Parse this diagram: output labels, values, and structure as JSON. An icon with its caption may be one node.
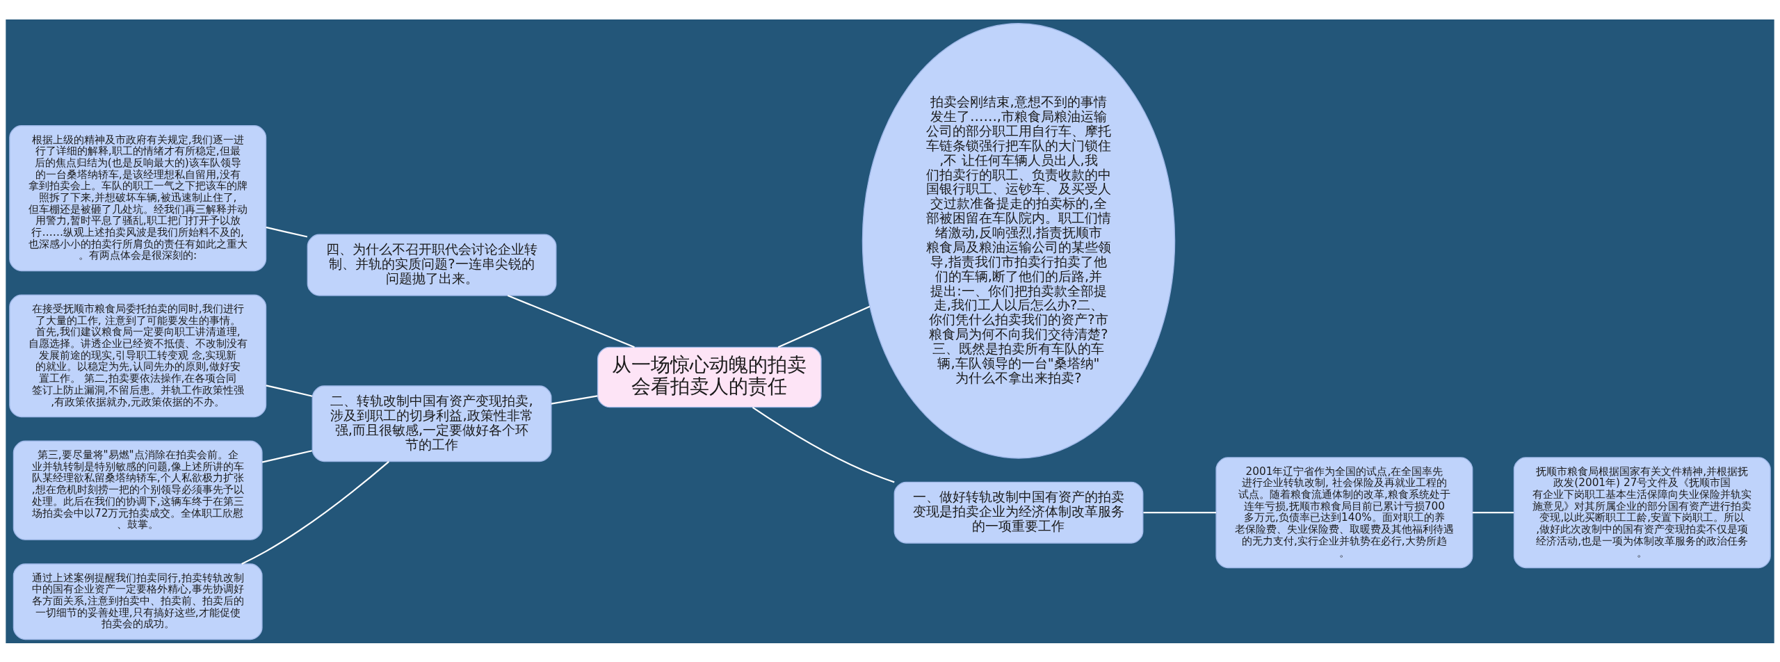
{
  "diagram": {
    "nodes": [
      {
        "text": [
          "从一场惊心动魄的拍卖会看拍卖人的责任"
        ]
      },
      {
        "text": [
          "拍卖会刚结束,意想不到的事情发生了……,市粮食局粮油运输公司的部分职工用自行车、摩托车链条锁强行把车队的大门锁住,不 让任何车辆人员出人,我们拍卖行的职工、负责收款的中国银行职工、运钞车、及买受人交过款准备提走的拍卖标的,全部被困留在车队院内。职工们情绪激动,反响强烈,指责抚顺市粮食局及粮油运输公司的某些领导,指责我们市拍卖行拍卖了他们的车辆,断了他们的后路,并提出:一、你们把拍卖款全部提走,我们工人以后怎么办?二、你们凭什么拍卖我们的资产?市粮食局为何不向我们交待清楚? 三、既然是拍卖所有车队的车辆,车队领导的一台\"桑塔纳\"为什么不拿出来拍卖?"
        ]
      },
      {
        "text": [
          "一、做好转轨改制中国有资产的拍卖变现是拍卖企业为经济体制改革服务的一项重要工作"
        ]
      },
      {
        "text": [
          "2001年辽宁省作为全国的试点,在全国率先进行企业转轨改制, 社会保险及再就业工程的试点。随着粮食流通体制的改革,粮食系统处于连年亏损,抚顺市粮食局目前已累计亏损700多万元,负债率已达到140%。面对职工的养老保险费、失业保险费、取暖费及其他福利待遇的无力支付,实行企业并轨势在必行,大势所趋。"
        ]
      },
      {
        "text": [
          "抚顺市粮食局根据国家有关文件精神,并根据抚政发(2001年) 27号文件及《抚顺市国有企业下岗职工基本生活保障向失业保险并轨实施意见》对其所属企业的部分国有资产进行拍卖变现,以此买断职工工龄,安置下岗职工。所以,做好此次改制中的国有资产变现拍卖不仅是项经济活动,也是一项为体制改革服务的政治任务。"
        ]
      },
      {
        "text": [
          "四、为什么不召开职代会讨论企业转制、并轨的实质问题?一连串尖锐的问题抛了出来。"
        ]
      },
      {
        "text": [
          "根据上级的精神及市政府有关规定,我们逐一进行了详细的解释,职工的情绪才有所稳定,但最后的焦点归结为(也是反响最大的)该车队领导的一台桑塔纳轿车,是该经理想私自留用,没有拿到拍卖会上。车队的职工一气之下把该车的牌照拆了下来,并想破坏车辆,被迅速制止住了,但车棚还是被砸了几处坑。经我们再三解释并动用警力,暂时平息了骚乱,职工把门打开予以放行……纵观上述拍卖风波是我们所始料不及的,也深感小小的拍卖行所肩负的责任有如此之重大。有两点体会是很深刻的:"
        ]
      },
      {
        "text": [
          "二、转轨改制中国有资产变现拍卖,涉及到职工的切身利益,政策性非常强,而且很敏感,一定要做好各个环节的工作"
        ]
      },
      {
        "text": [
          "在接受抚顺市粮食局委托拍卖的同时,我们进行了大量的工作, 注意到了可能要发生的事情。首先,我们建议粮食局一定要向职工讲清道理,自愿选择。讲透企业已经资不抵债、不改制没有发展前途的现实,引导职工转变观 念,实现新的就业。以稳定为先,认同先办的原则,做好安置工作。 第二,拍卖要依法操作,在各项合同签订上防止漏洞,不留后患。并轨工作政策性强,有政策依据就办,元政策依据的不办。"
        ]
      },
      {
        "text": [
          "第三,要尽量将\"易燃\"点消除在拍卖会前。企业并轨转制是特别敏感的问题,像上述所讲的车队某经理欲私留桑塔纳轿车,个人私欲极力扩张,想在危机时刻捞一把的个别领导必须事先予以处理。此后在我们的协调下,这辆车终于在第三场拍卖会中以72万元拍卖成交。全体职工欣慰、鼓掌。"
        ]
      },
      {
        "text": [
          "通过上述案例提醒我们拍卖同行,拍卖转轨改制中的国有企业资产一定要格外精心,事先协调好各方面关系,注意到拍卖中、拍卖前、拍卖后的一切细节的妥善处理,只有搞好这些,才能促使拍卖会的成功。"
        ]
      }
    ],
    "edges": [
      {
        "from": 0,
        "to": 1,
        "arrow": "none"
      },
      {
        "from": 0,
        "to": 2,
        "arrow": "none"
      },
      {
        "from": 2,
        "to": 3,
        "arrow": "none"
      },
      {
        "from": 3,
        "to": 4,
        "arrow": "none"
      },
      {
        "from": 0,
        "to": 5,
        "arrow": "none"
      },
      {
        "from": 5,
        "to": 6,
        "arrow": "none"
      },
      {
        "from": 0,
        "to": 7,
        "arrow": "none"
      },
      {
        "from": 7,
        "to": 8,
        "arrow": "none"
      },
      {
        "from": 7,
        "to": 9,
        "arrow": "none"
      },
      {
        "from": 7,
        "to": 10,
        "arrow": "none"
      }
    ]
  }
}
